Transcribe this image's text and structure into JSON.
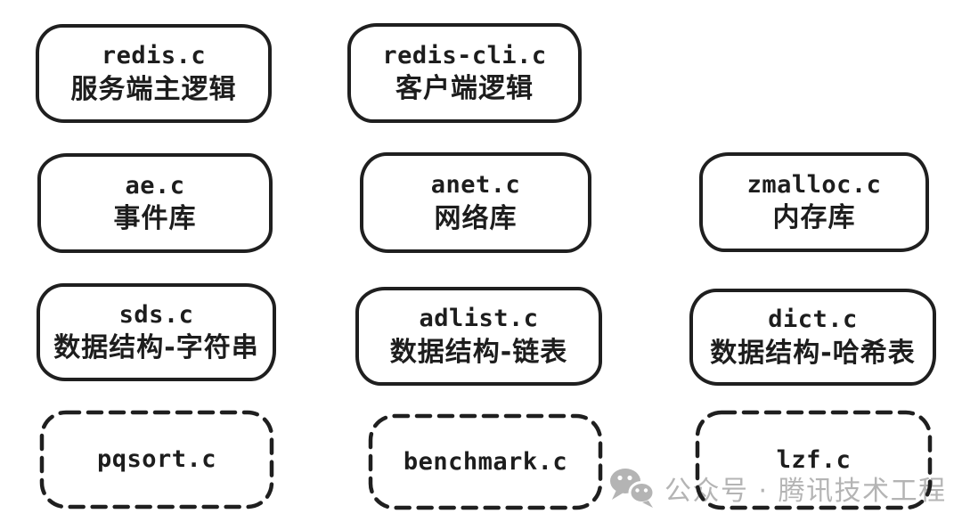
{
  "boxes": [
    {
      "file": "redis.c",
      "desc": "服务端主逻辑",
      "border": "solid"
    },
    {
      "file": "redis-cli.c",
      "desc": "客户端逻辑",
      "border": "solid"
    },
    {
      "file": "ae.c",
      "desc": "事件库",
      "border": "solid"
    },
    {
      "file": "anet.c",
      "desc": "网络库",
      "border": "solid"
    },
    {
      "file": "zmalloc.c",
      "desc": "内存库",
      "border": "solid"
    },
    {
      "file": "sds.c",
      "desc": "数据结构-字符串",
      "border": "solid"
    },
    {
      "file": "adlist.c",
      "desc": "数据结构-链表",
      "border": "solid"
    },
    {
      "file": "dict.c",
      "desc": "数据结构-哈希表",
      "border": "solid"
    },
    {
      "file": "pqsort.c",
      "desc": "",
      "border": "dashed"
    },
    {
      "file": "benchmark.c",
      "desc": "",
      "border": "dashed"
    },
    {
      "file": "lzf.c",
      "desc": "",
      "border": "dashed"
    }
  ],
  "watermark": {
    "icon": "wechat-icon",
    "text": "公众号 · 腾讯技术工程"
  },
  "colors": {
    "stroke": "#1f1f1f",
    "text": "#1d1d1d",
    "watermark_gray": "#b4b4b4",
    "background": "#ffffff"
  }
}
